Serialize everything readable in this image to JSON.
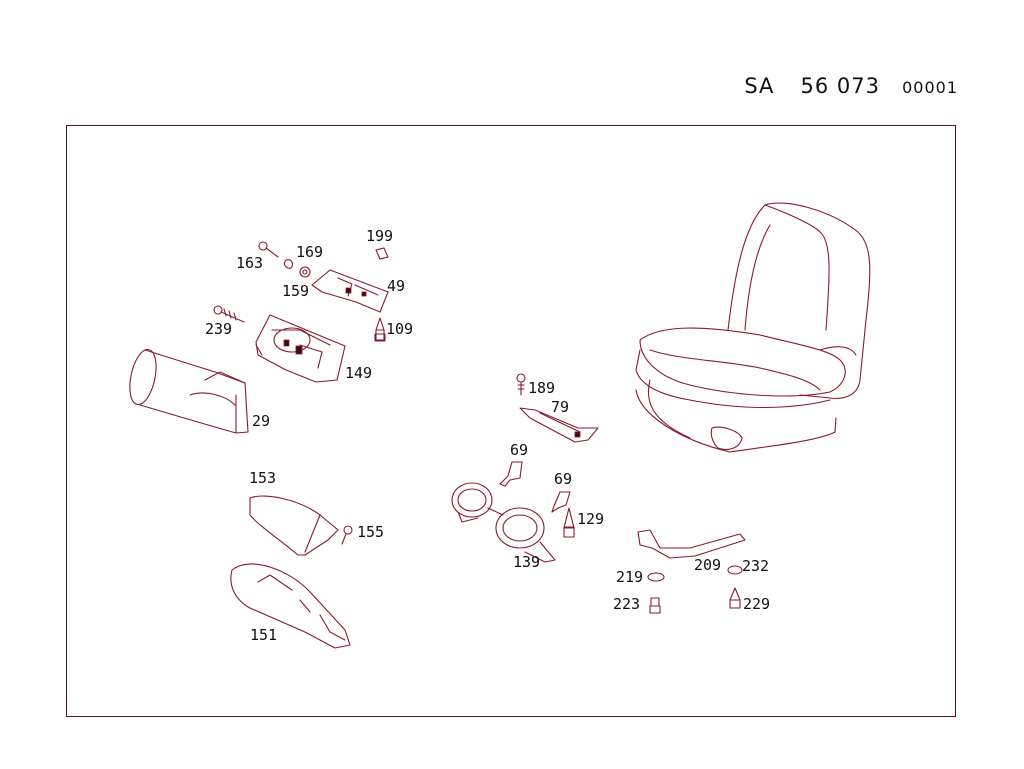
{
  "header": {
    "prefix": "SA",
    "number": "56 073",
    "sheet": "00001"
  },
  "colors": {
    "line": "#8a1a30",
    "frame": "#5a1020",
    "text": "#111111"
  },
  "callouts": {
    "c199": "199",
    "c163": "163",
    "c169": "169",
    "c159": "159",
    "c49": "49",
    "c239": "239",
    "c109": "109",
    "c149": "149",
    "c29": "29",
    "c189": "189",
    "c79": "79",
    "c69a": "69",
    "c69b": "69",
    "c129": "129",
    "c139": "139",
    "c153": "153",
    "c155": "155",
    "c151": "151",
    "c209": "209",
    "c219": "219",
    "c232": "232",
    "c223": "223",
    "c229": "229"
  }
}
